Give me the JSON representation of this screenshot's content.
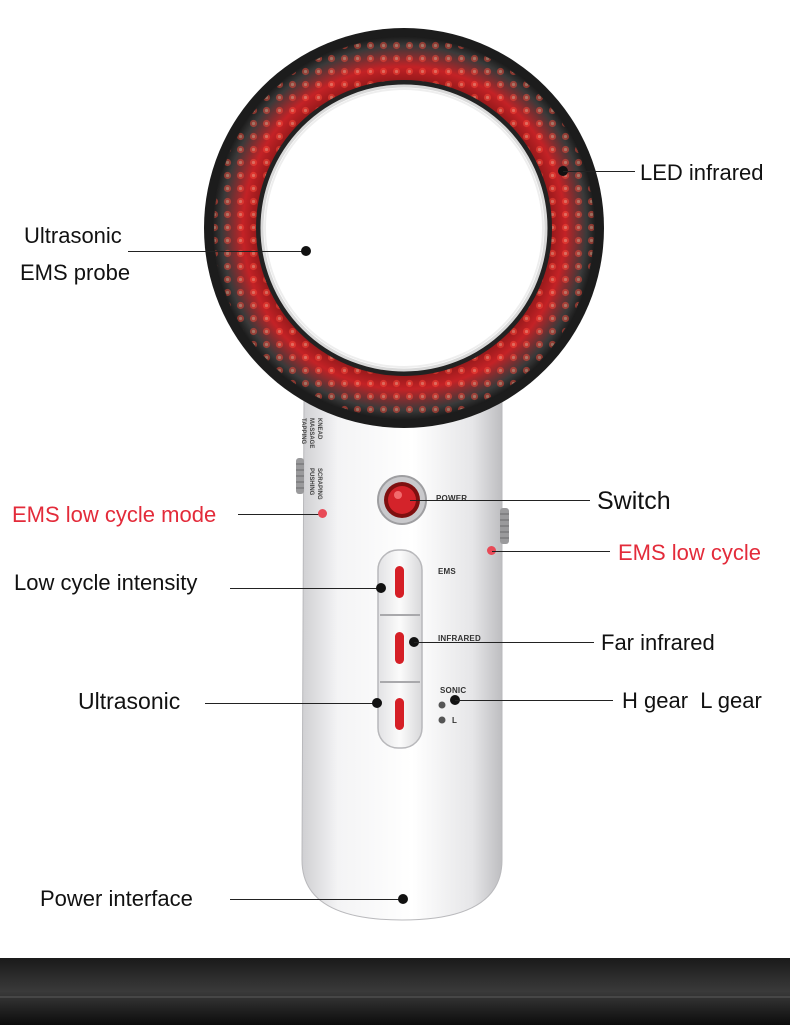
{
  "labels": {
    "led_infrared": "LED infrared",
    "ultrasonic_ems_probe_line1": "Ultrasonic",
    "ultrasonic_ems_probe_line2": "EMS probe",
    "switch": "Switch",
    "ems_low_cycle_mode": "EMS low cycle mode",
    "ems_low_cycle": "EMS low cycle",
    "low_cycle_intensity": "Low cycle intensity",
    "far_infrared": "Far infrared",
    "ultrasonic": "Ultrasonic",
    "h_gear_l_gear": "H gear  L gear",
    "power_interface": "Power interface"
  },
  "device_text": {
    "power": "POWER",
    "ems": "EMS",
    "infrared": "INFRARED",
    "sonic": "SONIC",
    "l": "L"
  },
  "colors": {
    "accent_red": "#e32b3a",
    "led_red": "#e0242a",
    "body_white": "#f2f2f2",
    "ring_dark": "#2a2a2a"
  }
}
